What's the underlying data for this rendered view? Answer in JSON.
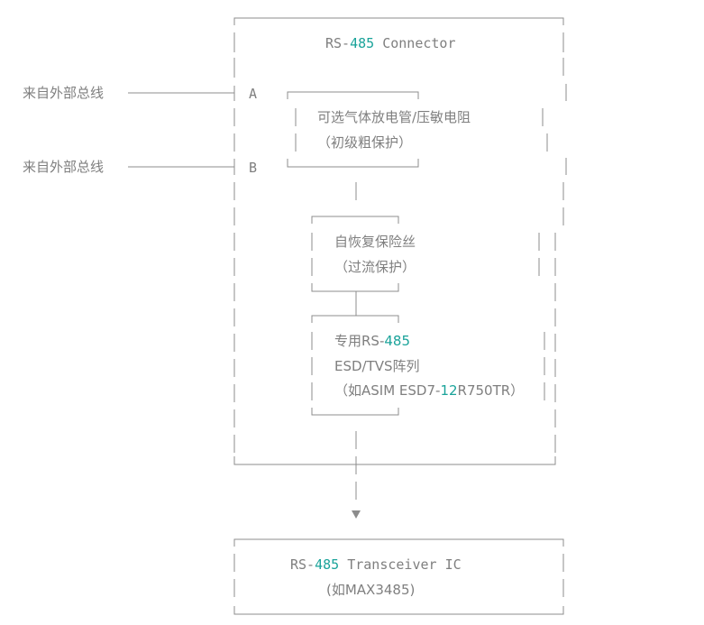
{
  "connector_box": {
    "title_pre": "RS-",
    "title_num": "485",
    "title_post": " Connector",
    "pin_a": "A",
    "pin_b": "B"
  },
  "bus_labels": {
    "top": "来自外部总线",
    "bottom": "来自外部总线"
  },
  "gdt_box": {
    "line1": "可选气体放电管/压敏电阻",
    "line2": "（初级粗保护）"
  },
  "fuse_box": {
    "line1": "自恢复保险丝",
    "line2": "（过流保护）"
  },
  "esd_box": {
    "line1_pre": "专用RS-",
    "line1_num": "485",
    "line2": "ESD/TVS阵列",
    "line3_pre": "（如ASIM ESD7-",
    "line3_num": "12",
    "line3_post": "R750TR）"
  },
  "transceiver_box": {
    "title_pre": "RS-",
    "title_num": "485",
    "title_post": " Transceiver IC",
    "line2": "(如MAX3485)"
  },
  "colors": {
    "line": "#8c8c8c",
    "text": "#7f7f7f",
    "number_accent": "#1aa39a"
  }
}
